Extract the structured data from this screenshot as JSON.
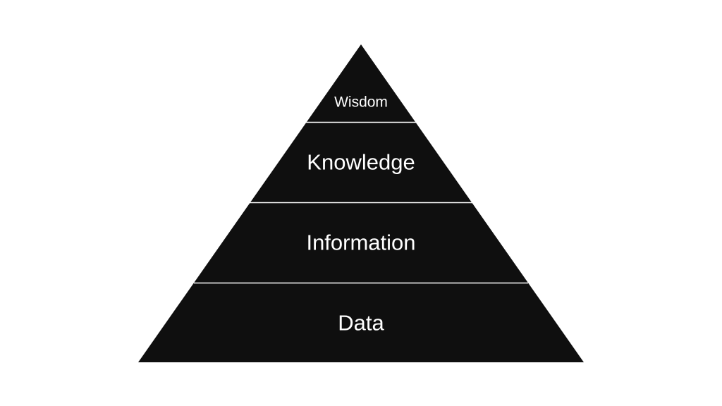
{
  "pyramid": {
    "tiers": [
      {
        "label": "Wisdom"
      },
      {
        "label": "Knowledge"
      },
      {
        "label": "Information"
      },
      {
        "label": "Data"
      }
    ],
    "fill_color": "#0f0f0f",
    "divider_color": "#ffffff",
    "label_color": "#ffffff",
    "background_color": "#ffffff"
  }
}
